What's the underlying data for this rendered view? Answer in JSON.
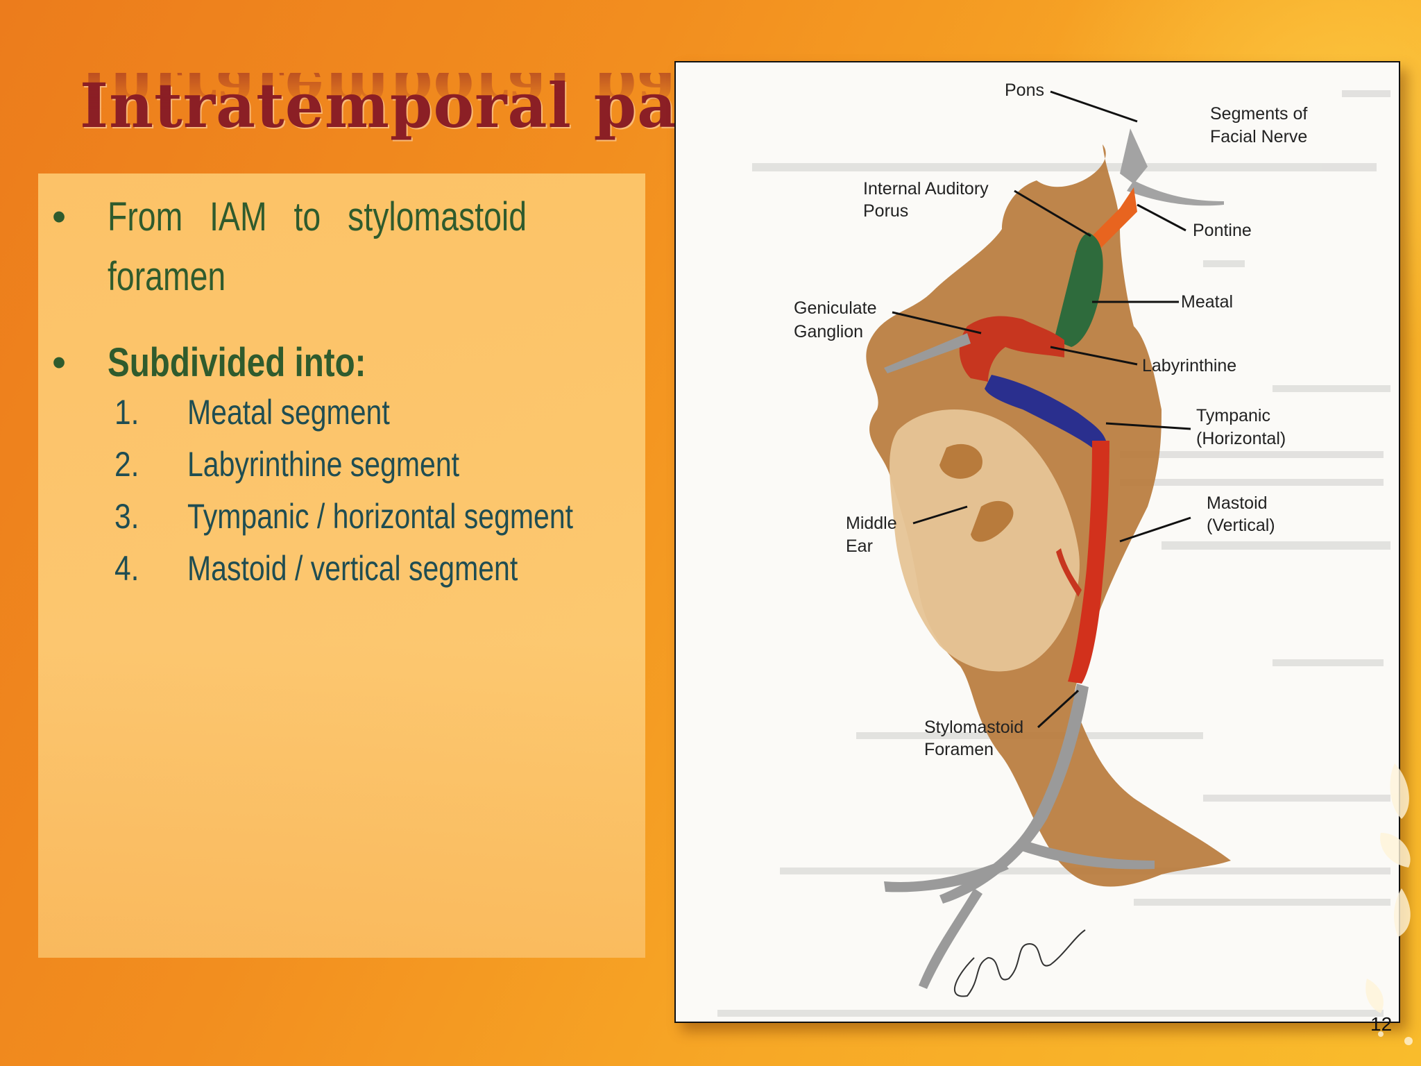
{
  "slide": {
    "title": "Intratemporal part",
    "bullets": [
      {
        "text_line1": "From IAM to stylomastoid",
        "text_line2": "foramen"
      },
      {
        "text": "Subdivided into:"
      }
    ],
    "sub_items": [
      {
        "num": "1.",
        "label": "Meatal segment"
      },
      {
        "num": "2.",
        "label": "Labyrinthine segment"
      },
      {
        "num": "3.",
        "label": "Tympanic / horizontal segment"
      },
      {
        "num": "4.",
        "label": "Mastoid / vertical segment"
      }
    ],
    "slide_number": "12"
  },
  "diagram": {
    "labels": {
      "pons": "Pons",
      "segments_line1": "Segments of",
      "segments_line2": "Facial Nerve",
      "iap_line1": "Internal Auditory",
      "iap_line2": "Porus",
      "pontine": "Pontine",
      "meatal": "Meatal",
      "geniculate_line1": "Geniculate",
      "geniculate_line2": "Ganglion",
      "labyrinthine": "Labyrinthine",
      "tympanic_line1": "Tympanic",
      "tympanic_line2": "(Horizontal)",
      "mastoid_line1": "Mastoid",
      "mastoid_line2": "(Vertical)",
      "middle_ear_line1": "Middle",
      "middle_ear_line2": "Ear",
      "stylomastoid_line1": "Stylomastoid",
      "stylomastoid_line2": "Foramen"
    },
    "colors": {
      "bone": "#b87b3c",
      "pontine": "#e8641f",
      "meatal": "#2e6b3c",
      "labyrinthine": "#c7361f",
      "tympanic": "#2a2f8e",
      "mastoid": "#d2311c",
      "nerve_gray": "#9a9a9a"
    }
  },
  "theme": {
    "background_start": "#ec7c1c",
    "background_end": "#f9bc2c",
    "title_color": "#8b1f25",
    "bullet_color": "#2f5b2d",
    "subitem_color": "#1f4d52"
  }
}
